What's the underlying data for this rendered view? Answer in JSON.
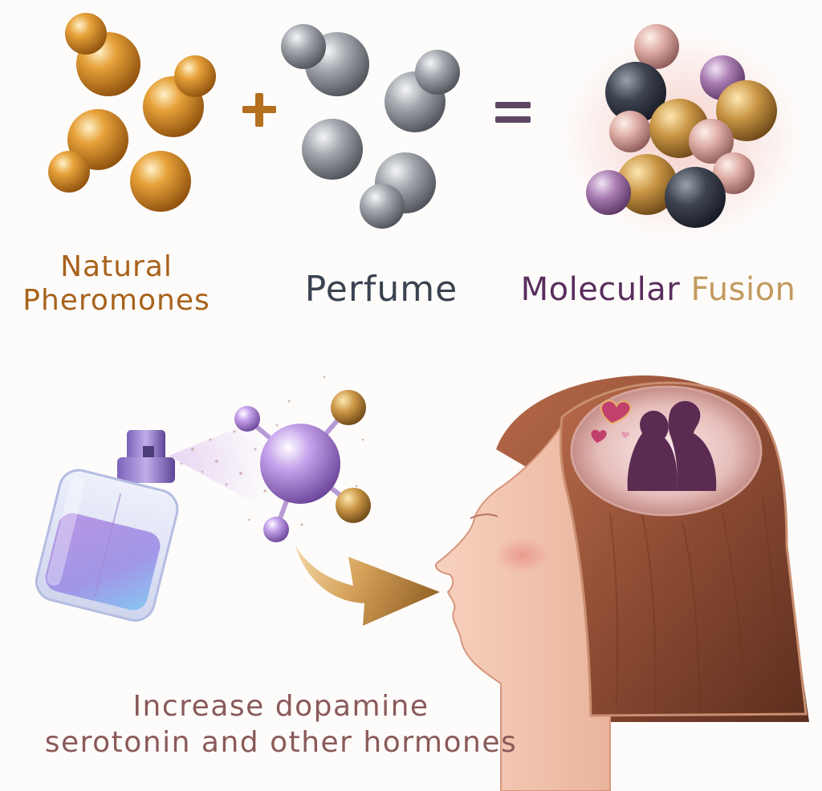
{
  "equation": {
    "plus": "+",
    "equals": "=",
    "term1": "Natural Pheromones",
    "term1_line1": "Natural",
    "term1_line2": "Pheromones",
    "term2": "Perfume",
    "result_word1": "Molecular",
    "result_word2": "Fusion"
  },
  "caption": {
    "line1": "Increase dopamine",
    "line2": "serotonin and other hormones"
  },
  "colors": {
    "pheromone_gold": "#d08a22",
    "perfume_silver": "#9da2a8",
    "fusion_purple": "#5a2e5e",
    "fusion_gold": "#c39a5e",
    "label_brown": "#a8621b",
    "caption_mauve": "#8a5a59",
    "hair_brown": "#8a4a32",
    "skin": "#f0c2ac"
  }
}
